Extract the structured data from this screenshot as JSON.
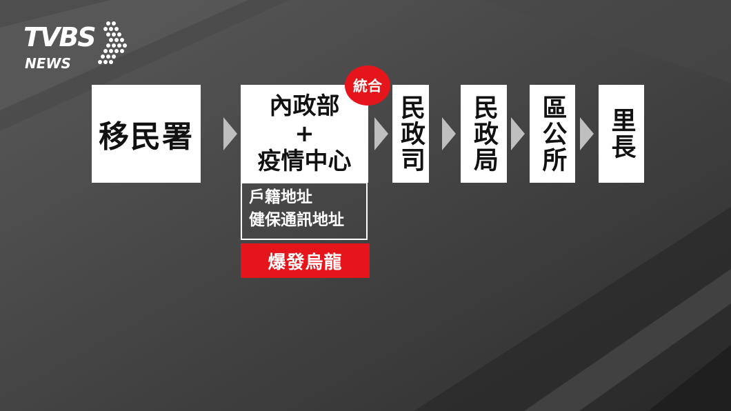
{
  "brand": {
    "logo_main": "TVBS",
    "logo_sub": "NEWS"
  },
  "flow": {
    "step1": "移民署",
    "step2_lines": [
      "內政部",
      "+",
      "疫情中心"
    ],
    "step3": "民政司",
    "step4": "民政局",
    "step5": "區公所",
    "step6": "里長"
  },
  "badge": "統合",
  "detail_lines": [
    "戶籍地址",
    "健保通訊地址"
  ],
  "alert": "爆發烏龍",
  "colors": {
    "accent_red": "#e5151b",
    "box_white": "#ffffff",
    "background": "#3a3a3a",
    "arrow_gray": "#bfbfbf"
  }
}
